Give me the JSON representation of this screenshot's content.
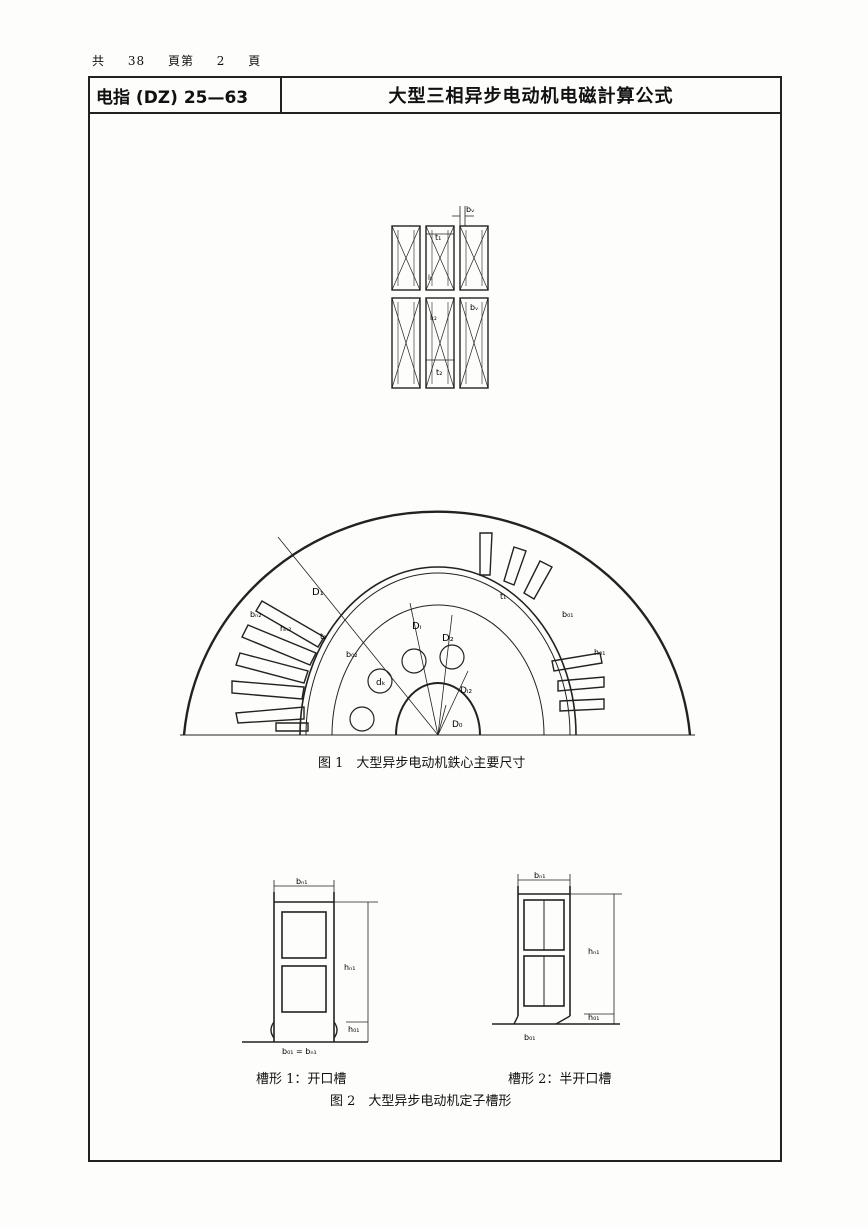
{
  "page_meta": {
    "total_label": "共",
    "total": "38",
    "pages_label": "頁第",
    "current": "2",
    "page_label": "頁"
  },
  "header": {
    "code": "电指 (DZ) 25—63",
    "title": "大型三相异步电动机电磁計算公式"
  },
  "figure1": {
    "caption": "图 1　大型异步电动机鉄心主要尺寸",
    "labels": {
      "bv_top": "bᵥ",
      "t1_top": "t₁",
      "lt": "lₜ",
      "lt2": "lₜ₂",
      "t2_top": "t₂",
      "bv_side": "bᵥ",
      "D1_outer": "D₁",
      "Di1": "Dᵢ",
      "D2": "D₂",
      "Di2": "Dᵢ₂",
      "D0": "D₀",
      "dk": "dₖ",
      "bn2": "bₙ₂",
      "hn2": "hₙ₂",
      "t2": "t₂",
      "b02": "b₀₂",
      "t1": "t₁",
      "b01": "b₀₁",
      "hz1": "h₀₁"
    }
  },
  "figure2": {
    "caption": "图 2　大型异步电动机定子槽形",
    "slot1": {
      "caption": "槽形 1：开口槽",
      "bn": "bₙ₁",
      "hn": "hₙ₁",
      "h01": "h₀₁",
      "bottom": "b₀₁ = bₙ₁"
    },
    "slot2": {
      "caption": "槽形 2：半开口槽",
      "bn": "bₙ₁",
      "hn": "hₙ₁",
      "h01": "h₀₁",
      "bottom": "b₀₁"
    }
  }
}
